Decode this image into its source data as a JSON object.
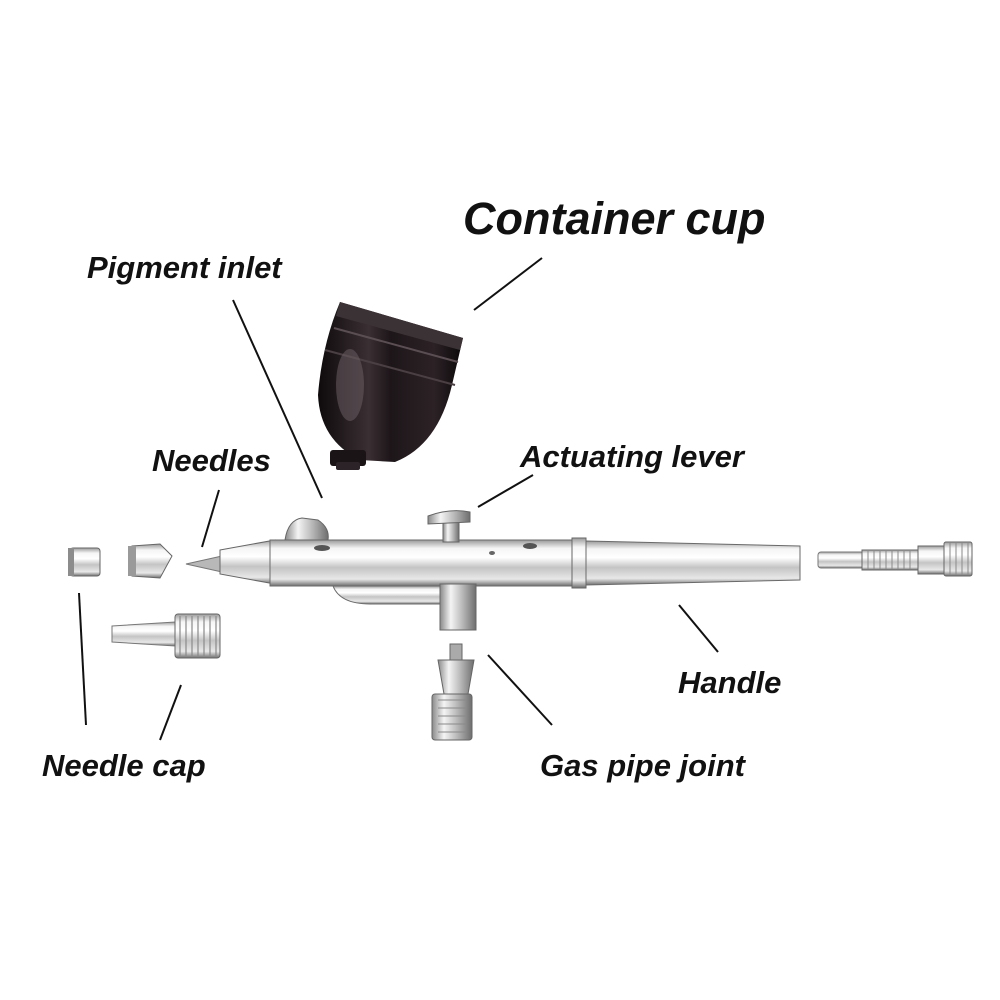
{
  "labels": {
    "container_cup": "Container cup",
    "pigment_inlet": "Pigment inlet",
    "needles": "Needles",
    "actuating_lever": "Actuating lever",
    "handle": "Handle",
    "gas_pipe_joint": "Gas pipe joint",
    "needle_cap": "Needle cap"
  },
  "colors": {
    "label_text": "#111111",
    "leader_line": "#111111",
    "chrome_light": "#f2f2f2",
    "chrome_dark": "#7d7d7d",
    "cup_black": "#1a1416"
  }
}
